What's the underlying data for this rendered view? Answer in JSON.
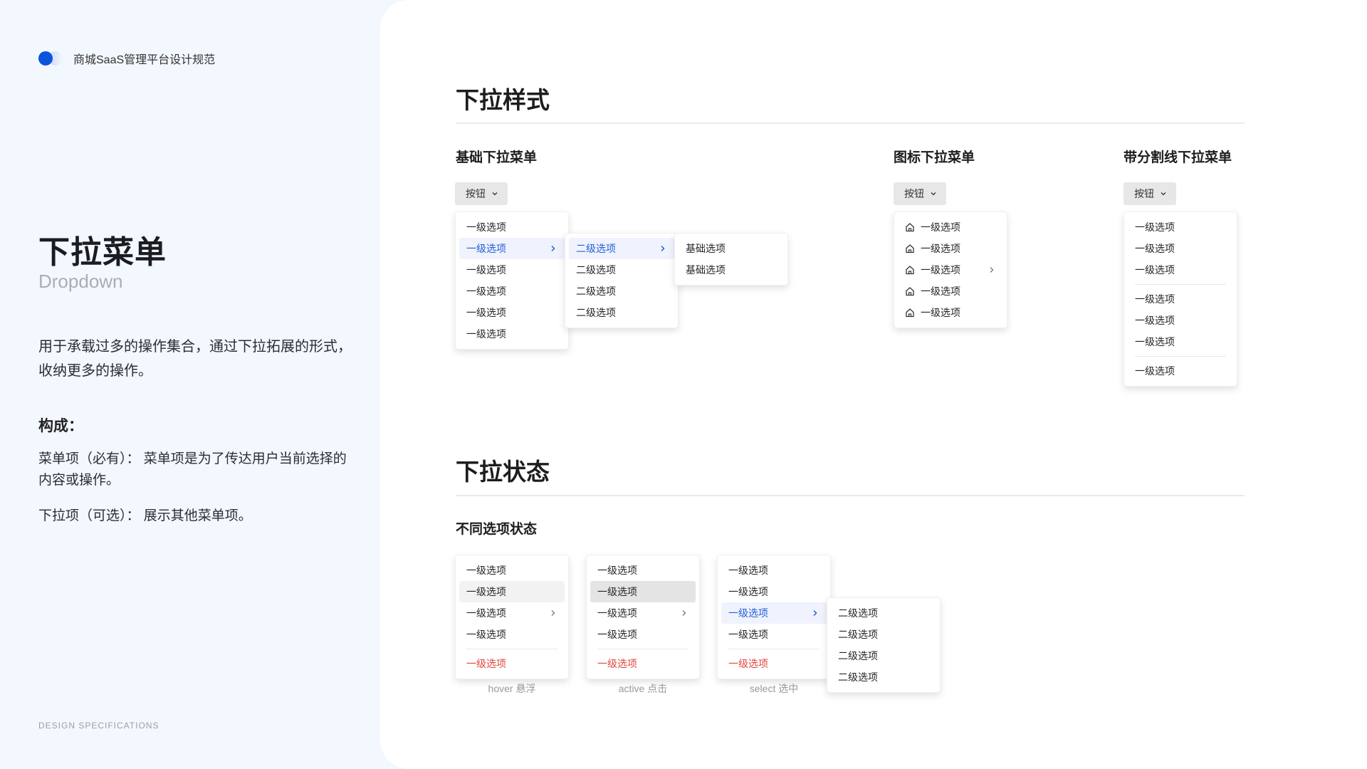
{
  "sidebar": {
    "brand": "商城SaaS管理平台设计规范",
    "title": "下拉菜单",
    "subtitle": "Dropdown",
    "description": "用于承载过多的操作集合，通过下拉拓展的形式，收纳更多的操作。",
    "composition_title": "构成：",
    "composition": [
      "菜单项（必有）：  菜单项是为了传达用户当前选择的内容或操作。",
      "下拉项（可选）：  展示其他菜单项。"
    ],
    "footer": "DESIGN SPECIFICATIONS"
  },
  "colors": {
    "accent": "#0b54dc",
    "selected_text": "#2460d6",
    "selected_bg": "#f0f3fd",
    "danger": "#e0483e",
    "sidebar_bg": "#f3f7fe"
  },
  "styles_section": {
    "title": "下拉样式",
    "basic": {
      "title": "基础下拉菜单",
      "button": "按钮",
      "level1": [
        "一级选项",
        "一级选项",
        "一级选项",
        "一级选项",
        "一级选项",
        "一级选项"
      ],
      "level2": [
        "二级选项",
        "二级选项",
        "二级选项",
        "二级选项"
      ],
      "level3": [
        "基础选项",
        "基础选项"
      ]
    },
    "icon": {
      "title": "图标下拉菜单",
      "button": "按钮",
      "items": [
        "一级选项",
        "一级选项",
        "一级选项",
        "一级选项",
        "一级选项"
      ]
    },
    "divider": {
      "title": "带分割线下拉菜单",
      "button": "按钮",
      "groups": [
        [
          "一级选项",
          "一级选项",
          "一级选项"
        ],
        [
          "一级选项",
          "一级选项",
          "一级选项"
        ],
        [
          "一级选项"
        ]
      ]
    }
  },
  "states_section": {
    "title": "下拉状态",
    "subtitle": "不同选项状态",
    "menus": [
      {
        "caption": "hover 悬浮",
        "items": [
          "一级选项",
          "一级选项",
          "一级选项",
          "一级选项"
        ],
        "danger": "一级选项"
      },
      {
        "caption": "active 点击",
        "items": [
          "一级选项",
          "一级选项",
          "一级选项",
          "一级选项"
        ],
        "danger": "一级选项"
      },
      {
        "caption": "select 选中",
        "items": [
          "一级选项",
          "一级选项",
          "一级选项",
          "一级选项"
        ],
        "danger": "一级选项"
      }
    ],
    "submenu": [
      "二级选项",
      "二级选项",
      "二级选项",
      "二级选项"
    ]
  }
}
